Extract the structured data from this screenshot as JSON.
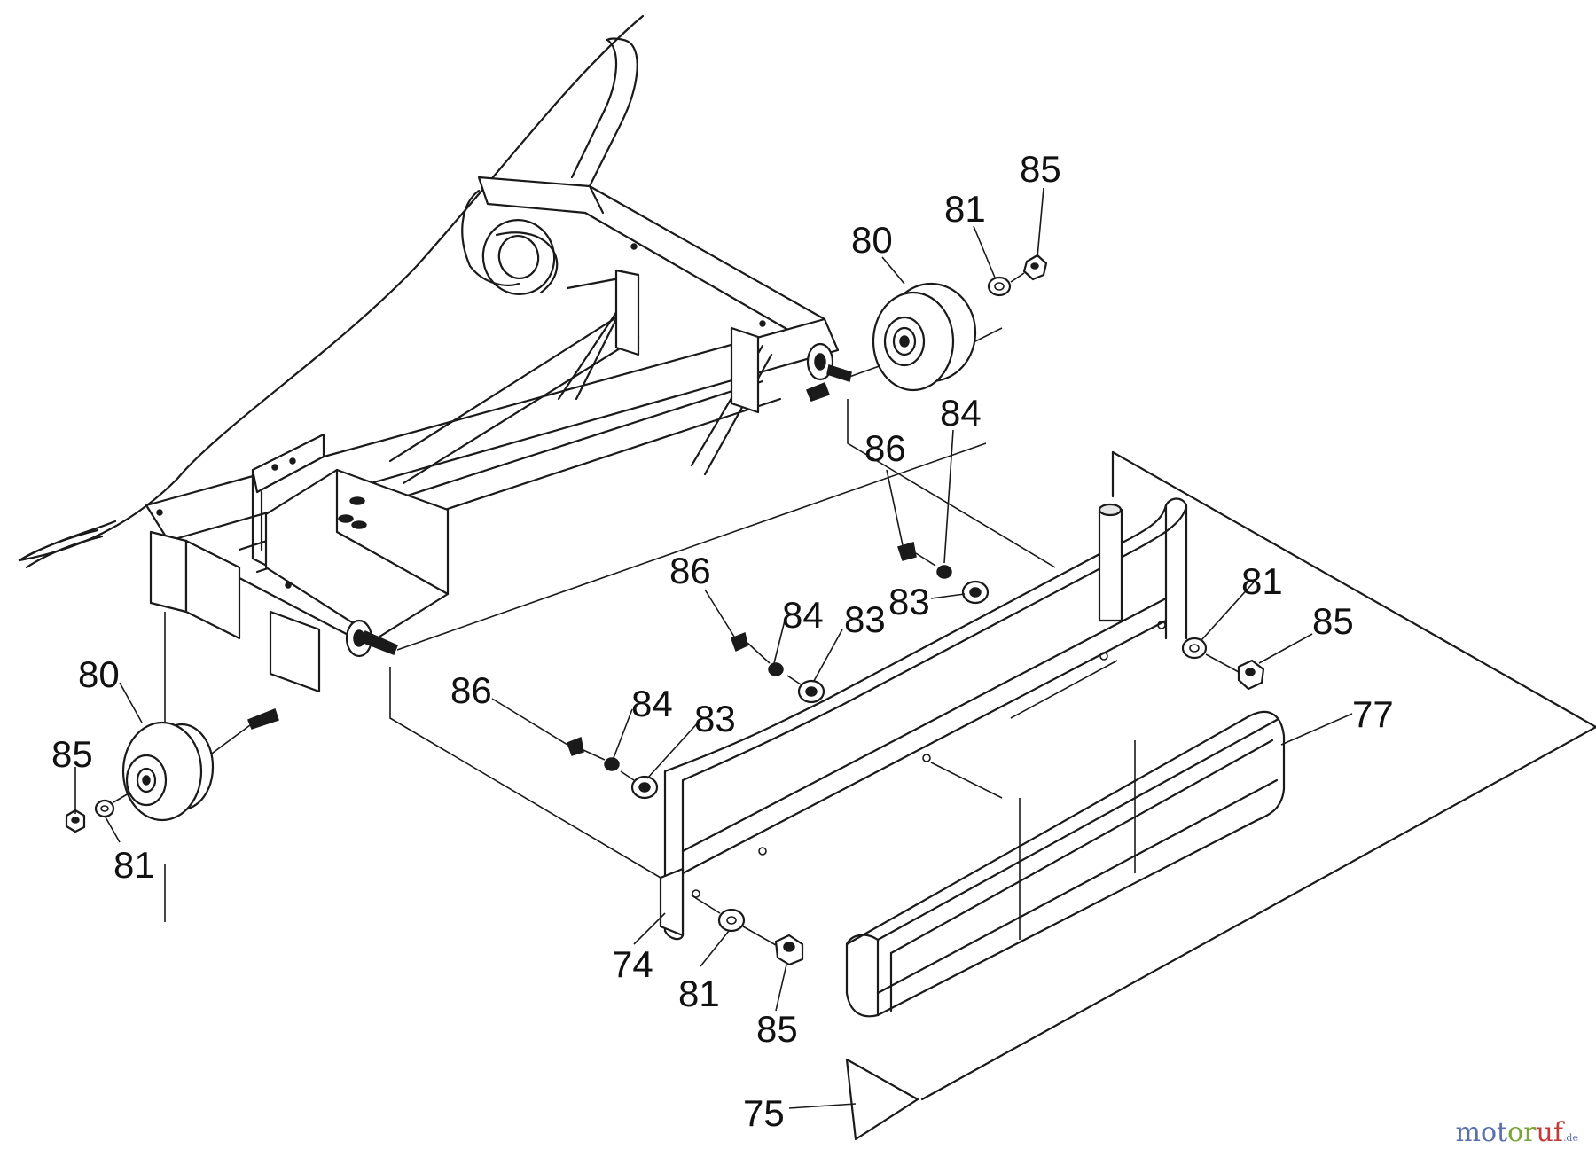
{
  "callouts": {
    "c85_top": "85",
    "c81_top": "81",
    "c80_top": "80",
    "c84_top": "84",
    "c86_top": "86",
    "c83_top": "83",
    "c81_right": "81",
    "c85_right": "85",
    "c77": "77",
    "c86_mid": "86",
    "c84_mid": "84",
    "c83_mid": "83",
    "c86_low": "86",
    "c84_low": "84",
    "c83_low": "83",
    "c80_left": "80",
    "c85_left": "85",
    "c81_left": "81",
    "c74": "74",
    "c81_bottom": "81",
    "c85_bottom": "85",
    "c75": "75"
  },
  "watermark": {
    "part1": "mot",
    "part2": "or",
    "part3": "uf",
    "suffix": ".de"
  },
  "colors": {
    "line": "#1a1a1a",
    "watermark_blue": "#5a6fb0",
    "watermark_green": "#7aa43a",
    "watermark_red": "#c23b3b"
  }
}
